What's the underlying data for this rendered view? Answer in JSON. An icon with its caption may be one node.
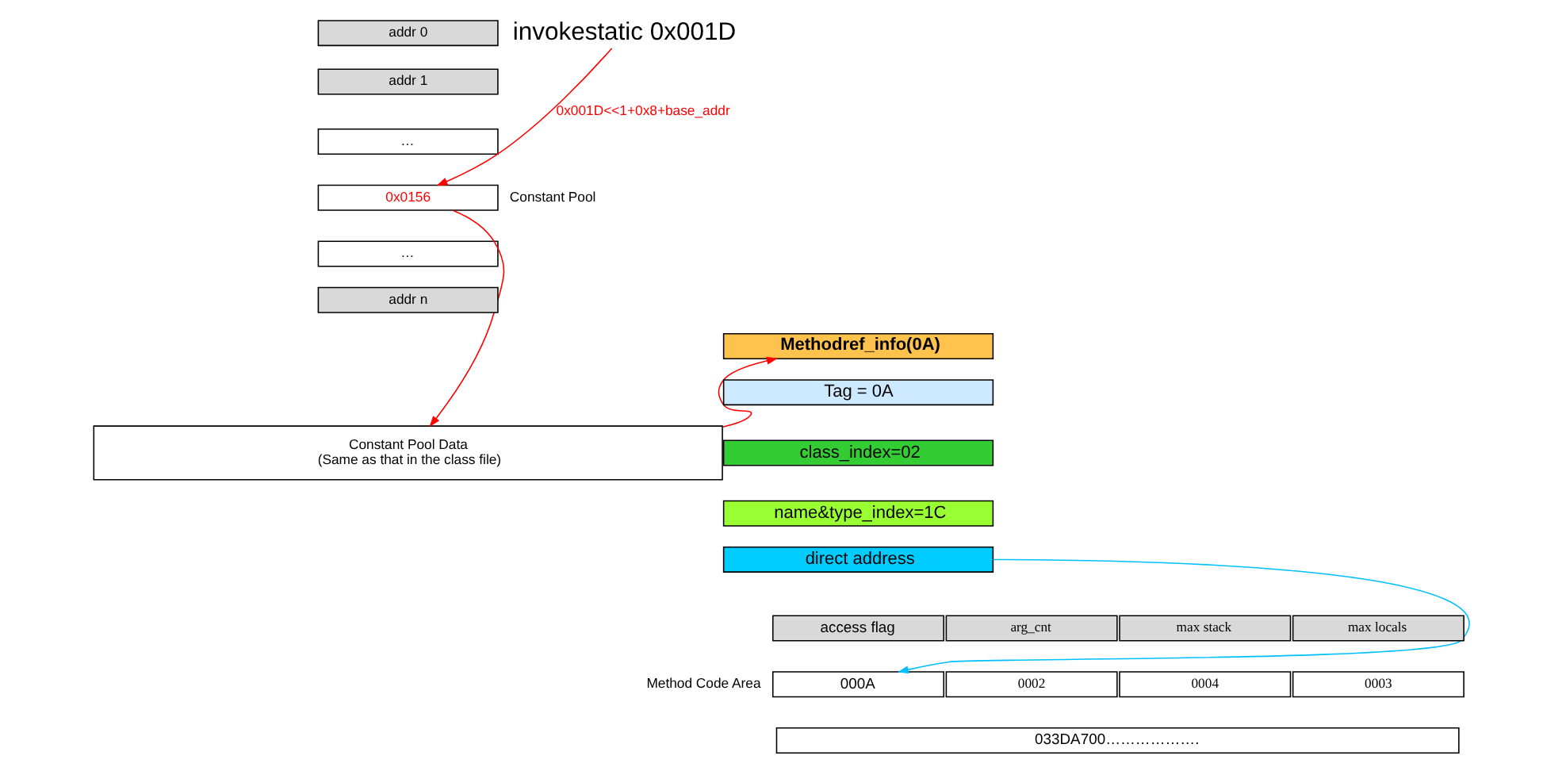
{
  "diagram": {
    "nodes": [
      {
        "text": [
          "addr 0"
        ]
      },
      {
        "text": [
          "addr 1"
        ]
      },
      {
        "text": [
          "…"
        ]
      },
      {
        "text": [
          "0x0156"
        ]
      },
      {
        "text": [
          "…"
        ]
      },
      {
        "text": [
          "addr n"
        ]
      },
      {
        "text": [
          "invokestatic 0x001D"
        ]
      },
      {
        "text": [
          "Constant Pool Data",
          "(Same as that in the class file)"
        ]
      },
      {
        "text": [
          "Methodref_info(0A)"
        ]
      },
      {
        "text": [
          "Tag = 0A"
        ]
      },
      {
        "text": [
          "class_index=02"
        ]
      },
      {
        "text": [
          "name&type_index=1C"
        ]
      },
      {
        "text": [
          "direct address"
        ]
      },
      {
        "text": [
          "access flag"
        ]
      },
      {
        "text": [
          "arg_cnt"
        ]
      },
      {
        "text": [
          "max stack"
        ]
      },
      {
        "text": [
          "max locals"
        ]
      },
      {
        "text": [
          "000A"
        ]
      },
      {
        "text": [
          "0002"
        ]
      },
      {
        "text": [
          "0004"
        ]
      },
      {
        "text": [
          "0003"
        ]
      },
      {
        "text": [
          "033DA700………………."
        ]
      }
    ],
    "edges": [
      {
        "from": 6,
        "to": 3,
        "arrow": "to",
        "label": "0x001D<<1+0x8+base_addr"
      },
      {
        "from": 3,
        "to": 7,
        "arrow": "to"
      },
      {
        "from": 7,
        "to": 8,
        "arrow": "to"
      },
      {
        "from": 12,
        "to": 17,
        "arrow": "to",
        "color": "#00bfff"
      }
    ],
    "labels": [
      "Constant Pool",
      "Method Code Area"
    ]
  }
}
